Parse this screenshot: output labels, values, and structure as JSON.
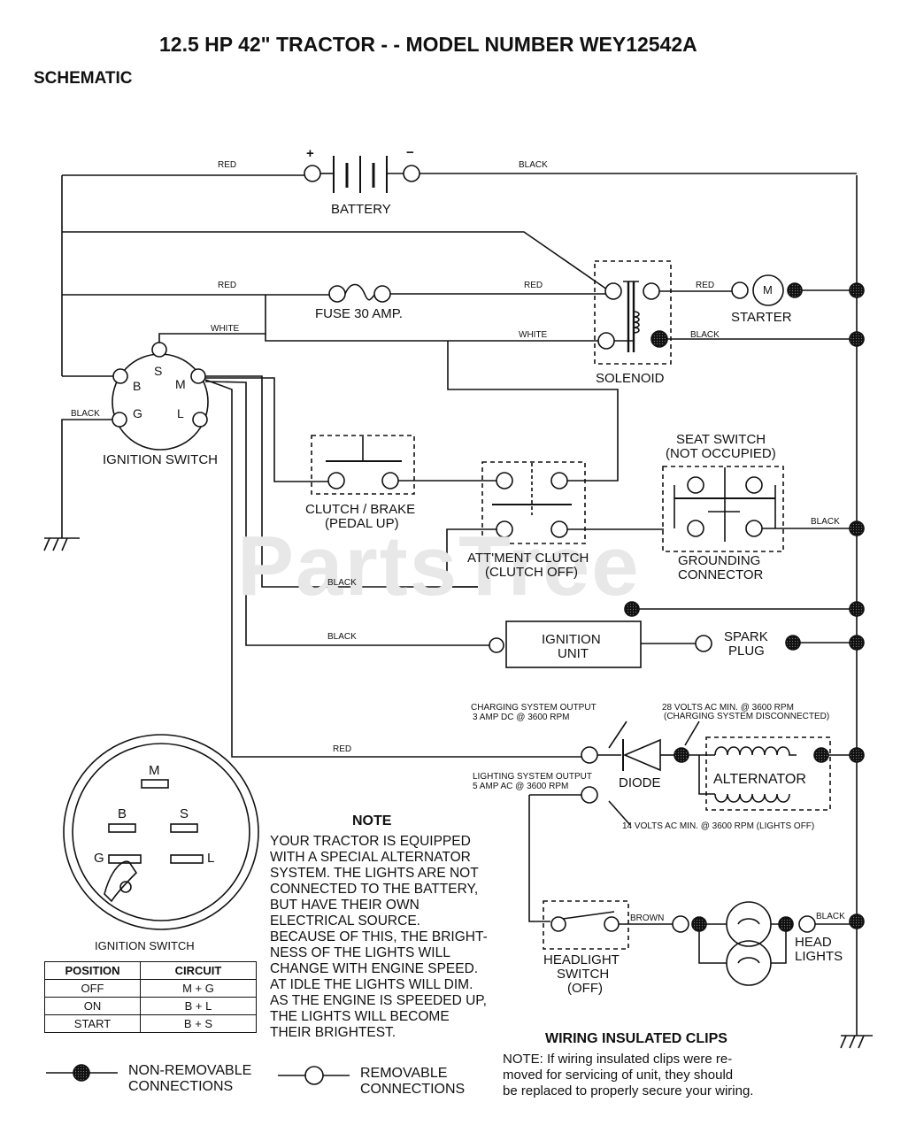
{
  "title": "12.5 HP 42\"  TRACTOR - - MODEL NUMBER WEY12542A",
  "section": "SCHEMATIC",
  "watermark": "PartsTree",
  "wire_labels": {
    "red_battery": "RED",
    "black_battery": "BLACK",
    "red_fuse": "RED",
    "red_solenoid": "RED",
    "red_starter": "RED",
    "white_s": "WHITE",
    "white_sol": "WHITE",
    "black_sol": "BLACK",
    "black_g": "BLACK",
    "black_seat": "BLACK",
    "black_clutch": "BLACK",
    "black_ign": "BLACK",
    "red_charge": "RED",
    "brown": "BROWN",
    "black_lights": "BLACK"
  },
  "components": {
    "battery": "BATTERY",
    "battery_plus": "+",
    "battery_minus": "−",
    "fuse": "FUSE 30 AMP.",
    "starter": "STARTER",
    "starter_m": "M",
    "solenoid": "SOLENOID",
    "ignition_switch": "IGNITION SWITCH",
    "term_s": "S",
    "term_b": "B",
    "term_m": "M",
    "term_g": "G",
    "term_l": "L",
    "clutch_brake_1": "CLUTCH / BRAKE",
    "clutch_brake_2": "(PEDAL UP)",
    "attach_clutch_1": "ATT'MENT CLUTCH",
    "attach_clutch_2": "(CLUTCH OFF)",
    "seat_switch_1": "SEAT SWITCH",
    "seat_switch_2": "(NOT OCCUPIED)",
    "grounding_1": "GROUNDING",
    "grounding_2": "CONNECTOR",
    "ignition_unit_1": "IGNITION",
    "ignition_unit_2": "UNIT",
    "spark_plug_1": "SPARK",
    "spark_plug_2": "PLUG",
    "diode": "DIODE",
    "alternator": "ALTERNATOR",
    "charging_output_1": "CHARGING SYSTEM OUTPUT",
    "charging_output_2": "3 AMP DC @ 3600 RPM",
    "volts28_1": "28 VOLTS AC MIN. @ 3600 RPM",
    "volts28_2": "(CHARGING SYSTEM DISCONNECTED)",
    "lighting_output_1": "LIGHTING SYSTEM OUTPUT",
    "lighting_output_2": "5 AMP AC @ 3600 RPM",
    "volts14": "14 VOLTS AC MIN. @ 3600 RPM (LIGHTS OFF)",
    "headlight_switch_1": "HEADLIGHT",
    "headlight_switch_2": "SWITCH",
    "headlight_switch_3": "(OFF)",
    "head_lights_1": "HEAD",
    "head_lights_2": "LIGHTS"
  },
  "connector_view": {
    "m": "M",
    "b": "B",
    "s": "S",
    "g": "G",
    "l": "L",
    "caption": "IGNITION SWITCH"
  },
  "ignition_table": {
    "headers": [
      "POSITION",
      "CIRCUIT"
    ],
    "rows": [
      [
        "OFF",
        "M + G"
      ],
      [
        "ON",
        "B + L"
      ],
      [
        "START",
        "B + S"
      ]
    ]
  },
  "note": {
    "title": "NOTE",
    "lines": [
      "YOUR TRACTOR IS EQUIPPED",
      "WITH A SPECIAL ALTERNATOR",
      "SYSTEM.  THE LIGHTS ARE NOT",
      "CONNECTED TO  THE BATTERY,",
      "BUT HAVE THEIR OWN",
      "ELECTRICAL SOURCE.",
      "BECAUSE OF THIS, THE BRIGHT-",
      "NESS OF THE LIGHTS WILL",
      "CHANGE WITH ENGINE SPEED.",
      "AT IDLE THE LIGHTS WILL DIM.",
      "AS THE ENGINE IS SPEEDED UP,",
      "THE LIGHTS WILL BECOME",
      "THEIR BRIGHTEST."
    ]
  },
  "legend": {
    "non_removable_1": "NON-REMOVABLE",
    "non_removable_2": "CONNECTIONS",
    "removable_1": "REMOVABLE",
    "removable_2": "CONNECTIONS"
  },
  "clips_note": {
    "title": "WIRING INSULATED CLIPS",
    "lines": [
      "NOTE: If wiring insulated clips  were  re-",
      "moved  for servicing  of  unit,  they should",
      "be replaced to properly secure your wiring."
    ]
  }
}
